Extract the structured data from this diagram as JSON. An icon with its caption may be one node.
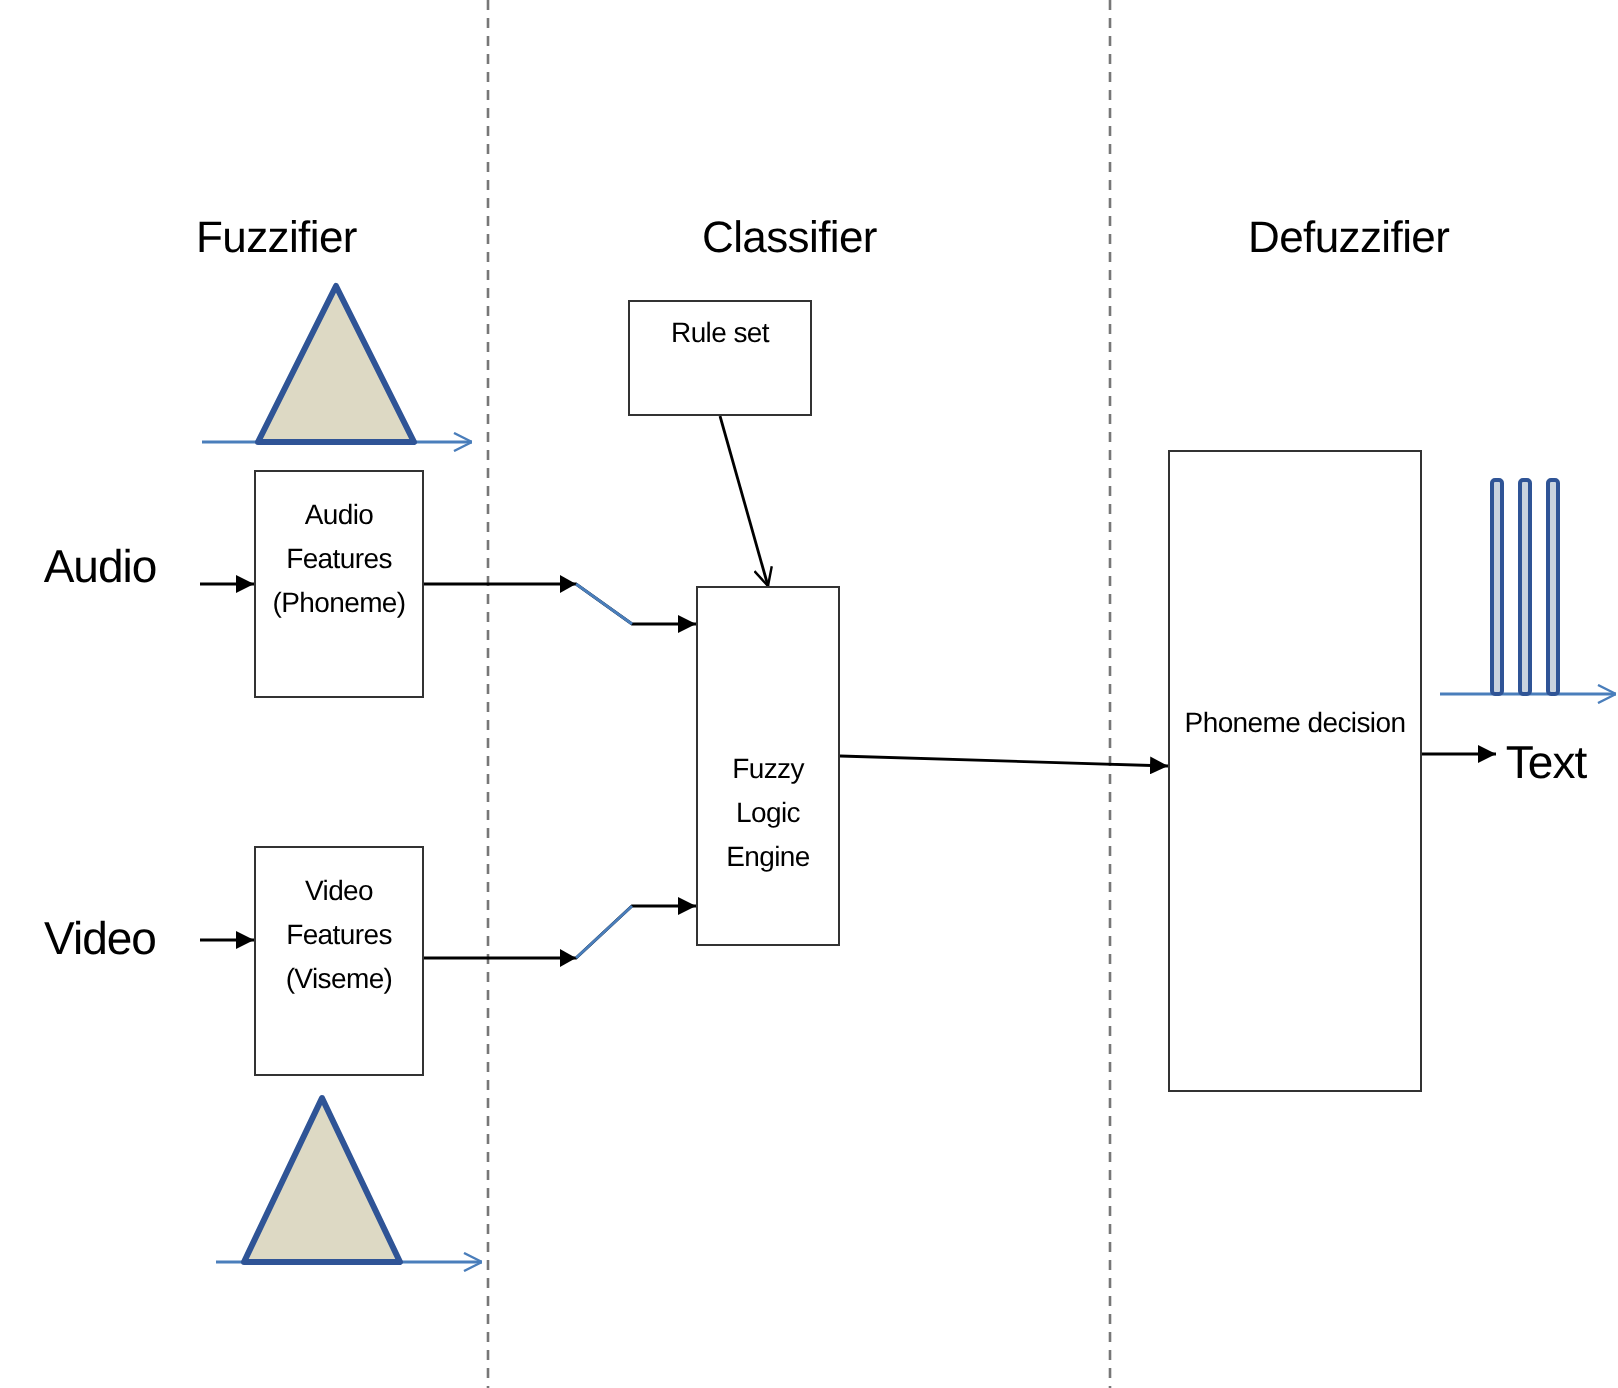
{
  "diagram": {
    "nodes": [
      {
        "text": [
          "Audio"
        ]
      },
      {
        "text": [
          "Audio Features (Phoneme)"
        ]
      },
      {
        "text": [
          "Video"
        ]
      },
      {
        "text": [
          "Video Features (Viseme)"
        ]
      },
      {
        "text": [
          "Rule set"
        ]
      },
      {
        "text": [
          "Fuzzy Logic Engine"
        ]
      },
      {
        "text": [
          "Phoneme decision"
        ]
      },
      {
        "text": [
          "Text"
        ]
      }
    ],
    "edges": [
      {
        "from": 0,
        "to": 1,
        "arrow": "to"
      },
      {
        "from": 2,
        "to": 3,
        "arrow": "to"
      },
      {
        "from": 4,
        "to": 5,
        "arrow": "to"
      },
      {
        "from": 1,
        "to": 5,
        "arrow": "to"
      },
      {
        "from": 3,
        "to": 5,
        "arrow": "to"
      },
      {
        "from": 5,
        "to": 6,
        "arrow": "to"
      },
      {
        "from": 6,
        "to": 7,
        "arrow": "to"
      }
    ],
    "labels": [
      "Fuzzifier",
      "Classifier",
      "Defuzzifier"
    ]
  }
}
